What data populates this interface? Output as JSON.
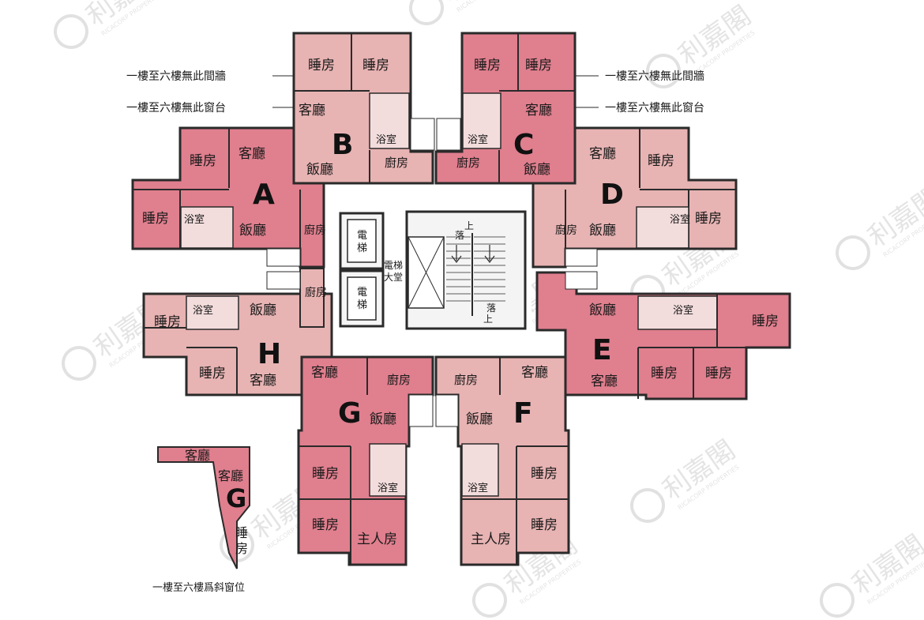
{
  "colors": {
    "dark": "#e07f8e",
    "light": "#e8b3b3",
    "wall": "#2a2a2a",
    "stair": "#f2f2f2",
    "watermark": "#c8c8c8"
  },
  "notes": {
    "top_left_wall": "一樓至六樓無此間牆",
    "top_left_window": "一樓至六樓無此窗台",
    "top_right_wall": "一樓至六樓無此間牆",
    "top_right_window": "一樓至六樓無此窗台",
    "bottom_left": "一樓至六樓爲斜窗位"
  },
  "core": {
    "lift_1": "電\n梯",
    "lift_2": "電\n梯",
    "lobby": "電梯\n大堂",
    "stair_top_up": "上",
    "stair_top_down": "落",
    "stair_bottom_down": "落",
    "stair_bottom_up": "上"
  },
  "units": {
    "A": {
      "letter": "A",
      "rooms": [
        "睡房",
        "客廳",
        "睡房",
        "浴室",
        "飯廳",
        "廚房"
      ]
    },
    "B": {
      "letter": "B",
      "rooms": [
        "睡房",
        "睡房",
        "客廳",
        "浴室",
        "飯廳",
        "廚房"
      ]
    },
    "C": {
      "letter": "C",
      "rooms": [
        "睡房",
        "睡房",
        "客廳",
        "浴室",
        "飯廳",
        "廚房"
      ]
    },
    "D": {
      "letter": "D",
      "rooms": [
        "客廳",
        "睡房",
        "飯廳",
        "浴室",
        "睡房",
        "廚房"
      ]
    },
    "E": {
      "letter": "E",
      "rooms": [
        "飯廳",
        "浴室",
        "睡房",
        "客廳",
        "睡房",
        "睡房"
      ]
    },
    "F": {
      "letter": "F",
      "rooms": [
        "客廳",
        "廚房",
        "飯廳",
        "浴室",
        "睡房",
        "睡房",
        "主人房"
      ]
    },
    "G": {
      "letter": "G",
      "rooms": [
        "客廳",
        "廚房",
        "飯廳",
        "睡房",
        "浴室",
        "睡房",
        "主人房"
      ]
    },
    "H": {
      "letter": "H",
      "rooms": [
        "浴室",
        "飯廳",
        "廚房",
        "睡房",
        "睡房",
        "客廳"
      ]
    }
  },
  "inset": {
    "letter": "G",
    "rooms": [
      "客廳",
      "客廳",
      "睡\n房"
    ]
  },
  "watermark": {
    "brand_cn": "利嘉閣",
    "brand_en": "RICACORP PROPERTIES",
    "logo": "R-circle-logo"
  }
}
